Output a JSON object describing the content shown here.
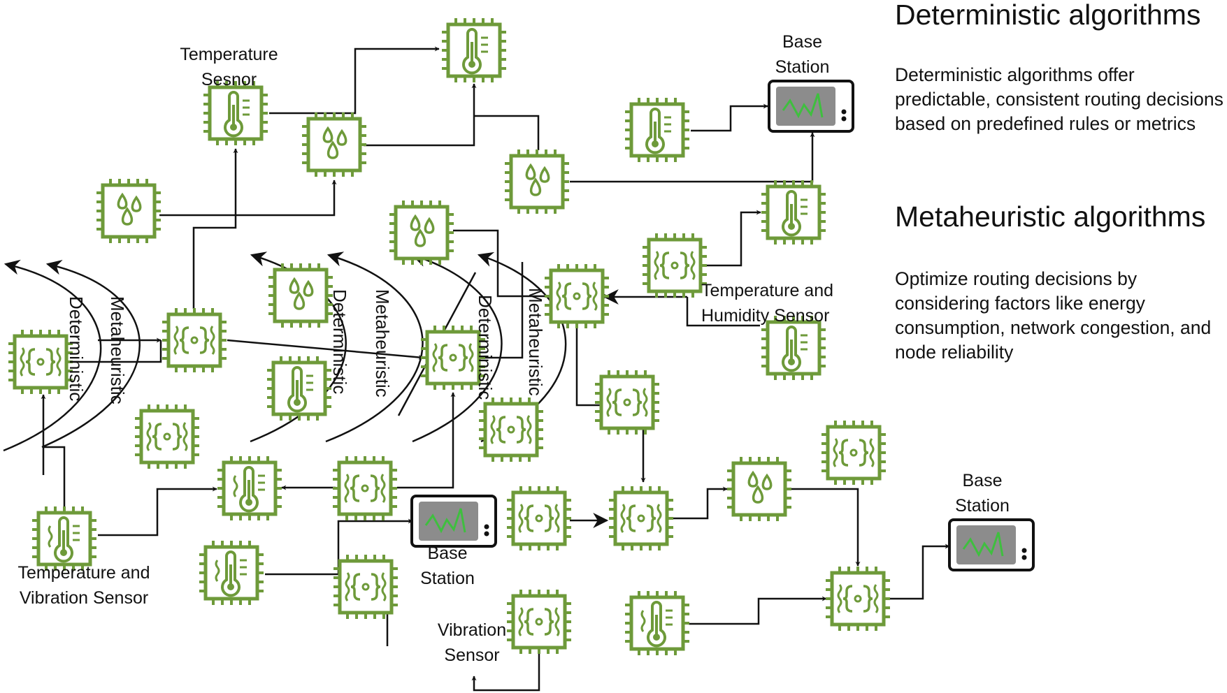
{
  "legend": {
    "deterministic": {
      "title": "Deterministic algorithms",
      "text": "Deterministic algorithms offer predictable, consistent routing decisions based on predefined rules or metrics"
    },
    "metaheuristic": {
      "title": "Metaheuristic algorithms",
      "text": "Optimize routing decisions by considering factors like energy consumption, network congestion, and node reliability"
    }
  },
  "labels": {
    "temperature_sensor": [
      "Temperature",
      "Sesnor"
    ],
    "base_station_top": [
      "Base",
      "Station"
    ],
    "temp_humidity": [
      "Temperature and",
      "Humidity Sensor"
    ],
    "temp_vibration": [
      "Temperature and",
      "Vibration Sensor"
    ],
    "base_station_mid": [
      "Base",
      "Station"
    ],
    "vibration_sensor": [
      "Vibration",
      "Sensor"
    ],
    "base_station_right": [
      "Base",
      "Station"
    ]
  },
  "curve_labels": [
    "Deterministic",
    "Metaheuristic",
    "Deterministic",
    "Metaheuristic",
    "Deterministic",
    "Metaheuristic"
  ],
  "colors": {
    "chip": "#6e9a3a",
    "chip_fill": "#ffffff",
    "screen": "#8c8c8c",
    "screen_line": "#3fbf3f",
    "line": "#111111"
  },
  "node_kinds": [
    "thermometer",
    "droplets",
    "vibration",
    "temp-vibration",
    "base-station"
  ]
}
